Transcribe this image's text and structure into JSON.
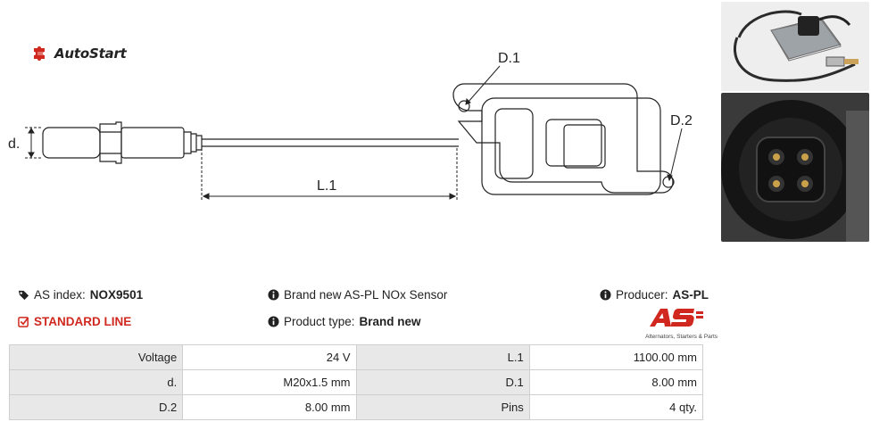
{
  "brand": {
    "name": "AutoStart",
    "color": "#d0281e",
    "icon": "puzzle-logo-icon"
  },
  "drawing": {
    "label_d": "d.",
    "label_L1": "L.1",
    "label_D1": "D.1",
    "label_D2": "D.2"
  },
  "photos": [
    {
      "name": "sensor-assembly-photo"
    },
    {
      "name": "connector-pins-photo"
    }
  ],
  "info": {
    "as_index_label": "AS index:",
    "as_index_value": "NOX9501",
    "standard_line": "STANDARD LINE",
    "description": "Brand new AS-PL NOx Sensor",
    "product_type_label": "Product type:",
    "product_type_value": "Brand new",
    "producer_label": "Producer:",
    "producer_value": "AS-PL",
    "producer_logo_caption": "Alternators, Starters & Parts"
  },
  "specs": [
    {
      "label": "Voltage",
      "value": "24 V",
      "label2": "L.1",
      "value2": "1100.00 mm"
    },
    {
      "label": "d.",
      "value": "M20x1.5 mm",
      "label2": "D.1",
      "value2": "8.00 mm"
    },
    {
      "label": "D.2",
      "value": "8.00 mm",
      "label2": "Pins",
      "value2": "4 qty."
    }
  ]
}
